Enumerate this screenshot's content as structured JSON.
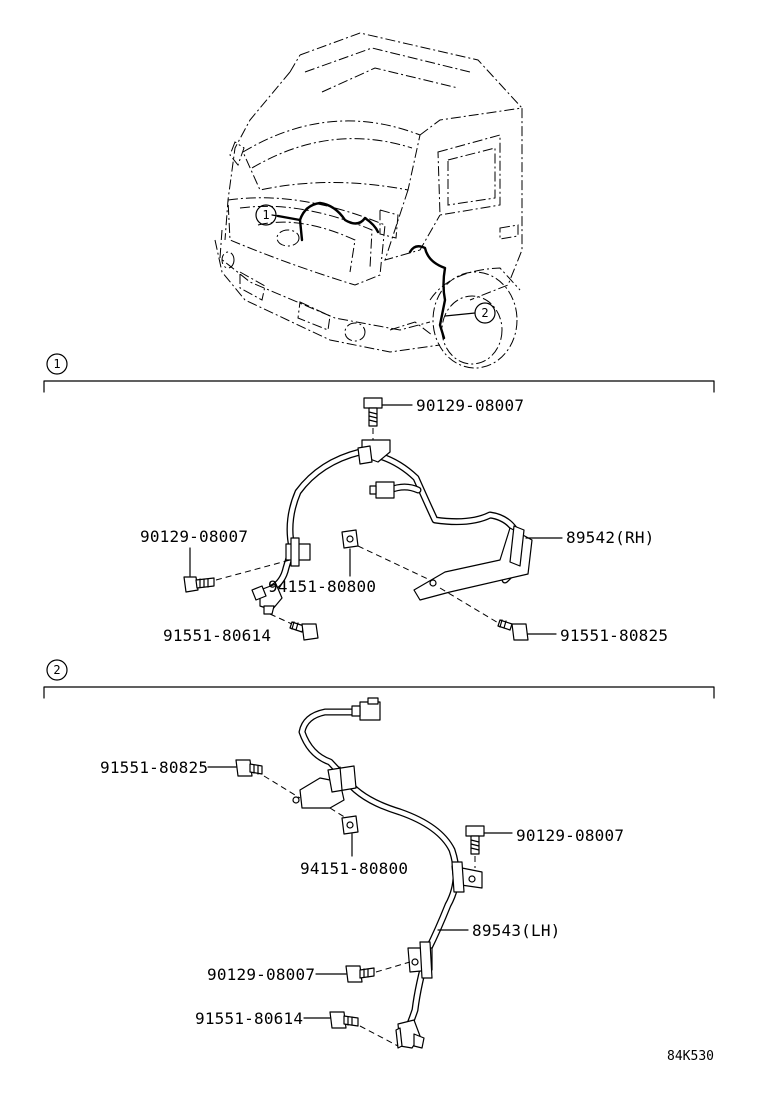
{
  "callouts": {
    "c1": "1",
    "c2": "2"
  },
  "section1": {
    "marker": "1",
    "labels": {
      "bolt_top": "90129-08007",
      "bolt_left": "90129-08007",
      "sensor": "89542(RH)",
      "grommet": "94151-80800",
      "screw_left": "91551-80614",
      "screw_right": "91551-80825"
    }
  },
  "section2": {
    "marker": "2",
    "labels": {
      "screw_top": "91551-80825",
      "bolt_right": "90129-08007",
      "grommet": "94151-80800",
      "sensor": "89543(LH)",
      "bolt_left": "90129-08007",
      "screw_bottom": "91551-80614"
    }
  },
  "diagram_code": "84K530"
}
